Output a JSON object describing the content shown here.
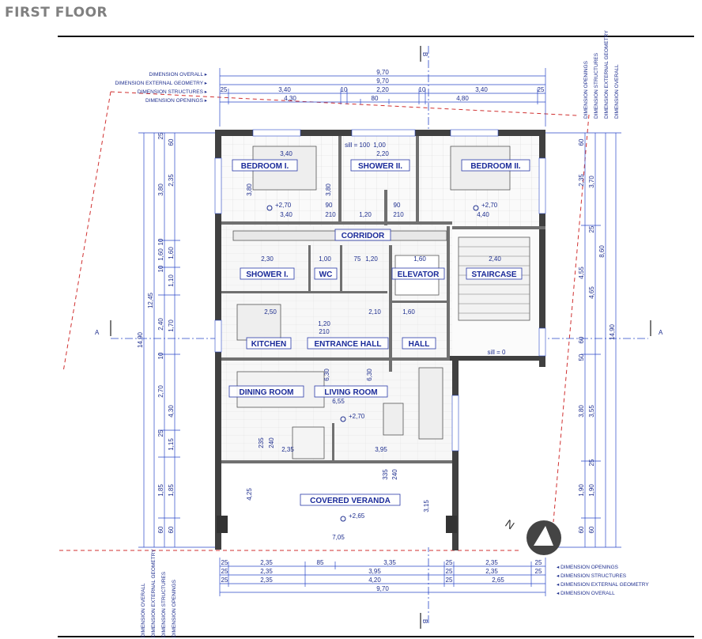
{
  "title": "FIRST FLOOR",
  "section_markers": {
    "a": "A",
    "b": "B"
  },
  "legend_top": [
    "DIMENSION OVERALL",
    "DIMENSION EXTERNAL GEOMETRY",
    "DIMENSION STRUCTURES",
    "DIMENSION OPENINGS"
  ],
  "legend_bottom": [
    "DIMENSION OPENINGS",
    "DIMENSION STRUCTURES",
    "DIMENSION EXTERNAL GEOMETRY",
    "DIMENSION OVERALL"
  ],
  "legend_vertical": [
    "DIMENSION OVERALL",
    "DIMENSION EXTERNAL GEOMETRY",
    "DIMENSION STRUCTURES",
    "DIMENSION OPENINGS"
  ],
  "legend_vertical_right": [
    "DIMENSION OPENINGS",
    "DIMENSION STRUCTURES",
    "DIMENSION EXTERNAL GEOMETRY",
    "DIMENSION OVERALL"
  ],
  "rooms": [
    {
      "id": "bedroom-1",
      "label": "BEDROOM I."
    },
    {
      "id": "shower-2",
      "label": "SHOWER II."
    },
    {
      "id": "bedroom-2",
      "label": "BEDROOM II."
    },
    {
      "id": "corridor",
      "label": "CORRIDOR"
    },
    {
      "id": "shower-1",
      "label": "SHOWER I."
    },
    {
      "id": "wc",
      "label": "WC"
    },
    {
      "id": "elevator",
      "label": "ELEVATOR"
    },
    {
      "id": "staircase",
      "label": "STAIRCASE"
    },
    {
      "id": "kitchen",
      "label": "KITCHEN"
    },
    {
      "id": "entrance-hall",
      "label": "ENTRANCE HALL"
    },
    {
      "id": "hall",
      "label": "HALL"
    },
    {
      "id": "dining-room",
      "label": "DINING ROOM"
    },
    {
      "id": "living-room",
      "label": "LIVING ROOM"
    },
    {
      "id": "covered-veranda",
      "label": "COVERED VERANDA"
    }
  ],
  "levels": [
    "+2,70",
    "+2,70",
    "+2,70",
    "+2,65"
  ],
  "top_dims": {
    "overall": "9,70",
    "external": "9,70",
    "structures": [
      "25",
      "3,40",
      "10",
      "2,20",
      "10",
      "3,40",
      "25"
    ],
    "openings": [
      "4,30",
      "80",
      "4,80"
    ]
  },
  "bottom_dims": {
    "openings": [
      "25",
      "2,35",
      "85",
      "3,35",
      "25",
      "2,35",
      "25"
    ],
    "structures": [
      "25",
      "2,35",
      "3,95",
      "25",
      "2,35",
      "25"
    ],
    "external": [
      "25",
      "2,35",
      "4,20",
      "25",
      "2,65"
    ],
    "overall": "9,70"
  },
  "left_dims": {
    "overall": "14,90",
    "external": "12,45",
    "structures": [
      "25",
      "3,80",
      "10",
      "1,60",
      "10",
      "2,40",
      "10",
      "2,70",
      "25",
      "1,85",
      "60"
    ],
    "openings": [
      "60",
      "2,35",
      "1,60",
      "1,10",
      "1,70",
      "4,30",
      "1,15",
      "1,85",
      "60"
    ]
  },
  "right_dims": {
    "overall": "14,90",
    "external": "8,60",
    "structures": [
      "3,70",
      "25",
      "4,65",
      "3,55",
      "25",
      "1,90",
      "60"
    ],
    "openings": [
      "60",
      "2,35",
      "4,55",
      "60",
      "50",
      "3,80",
      "1,90",
      "60"
    ]
  },
  "interior_dims": [
    "3,40",
    "3,40",
    "2,20",
    "1,00",
    "3,80",
    "3,80",
    "90",
    "210",
    "90",
    "210",
    "1,20",
    "4,40",
    "2,30",
    "1,00",
    "75",
    "1,20",
    "1,60",
    "2,40",
    "2,50",
    "2,10",
    "1,20",
    "210",
    "1,60",
    "6,30",
    "6,30",
    "6,55",
    "2,35",
    "3,95",
    "7,05",
    "4,25",
    "3,15",
    "235",
    "240",
    "335",
    "240",
    "sill = 0",
    "sill = 100"
  ],
  "compass_label": "N"
}
